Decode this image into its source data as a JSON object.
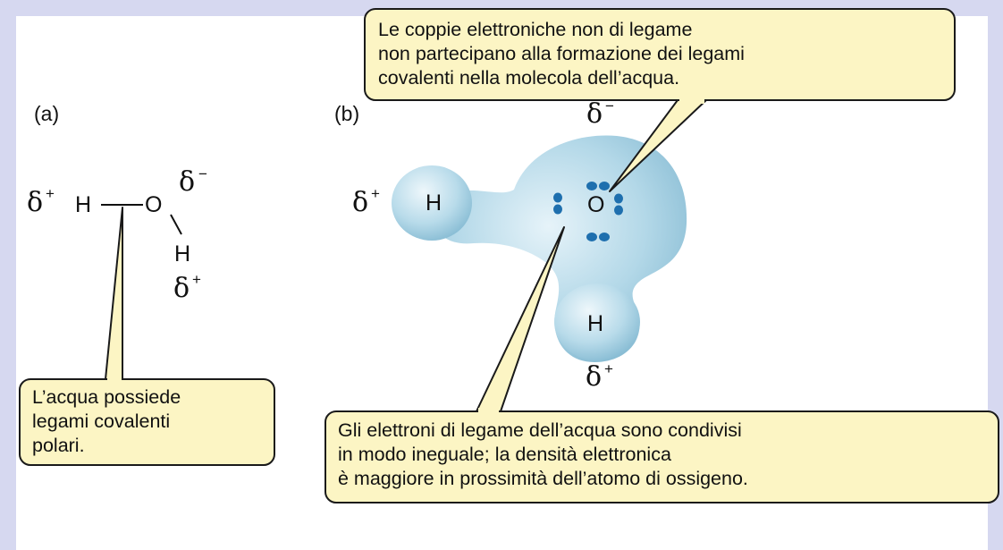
{
  "panel_a": {
    "label": "(a)",
    "atoms": {
      "h_left": "H",
      "oxygen": "O",
      "h_bottom": "H"
    },
    "charges": {
      "h_left": {
        "symbol": "δ",
        "sign": "+"
      },
      "oxygen": {
        "symbol": "δ",
        "sign": "−"
      },
      "h_bottom": {
        "symbol": "δ",
        "sign": "+"
      }
    }
  },
  "panel_b": {
    "label": "(b)",
    "atoms": {
      "h_left": "H",
      "oxygen": "O",
      "h_bottom": "H"
    },
    "charges": {
      "top": {
        "symbol": "δ",
        "sign": "−"
      },
      "left": {
        "symbol": "δ",
        "sign": "+"
      },
      "bottom": {
        "symbol": "δ",
        "sign": "+"
      }
    },
    "molecule_color": "#a9d3e4",
    "electron_color": "#1e6fae"
  },
  "callouts": {
    "lone_pairs": {
      "lines": [
        "Le coppie elettroniche non di legame",
        "non partecipano alla formazione dei legami",
        "covalenti nella molecola dell’acqua."
      ]
    },
    "polar_bonds": {
      "lines": [
        "L’acqua possiede",
        "legami covalenti",
        "polari."
      ]
    },
    "shared_electrons": {
      "lines": [
        "Gli elettroni di legame dell’acqua sono condivisi",
        "in modo ineguale; la densità elettronica",
        "è maggiore in prossimità dell’atomo di ossigeno."
      ]
    },
    "fill_color": "#fcf5c4",
    "stroke_color": "#1a1a1a"
  }
}
